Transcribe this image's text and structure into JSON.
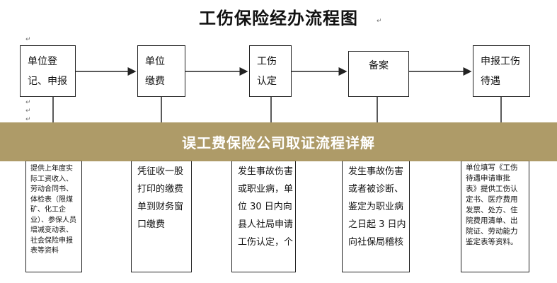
{
  "title": "工伤保险经办流程图",
  "steps": [
    {
      "line1": "单位登",
      "line2": "记、申报"
    },
    {
      "line1": "单位",
      "line2": "缴费"
    },
    {
      "line1": "工伤",
      "line2": "认定"
    },
    {
      "line1": "备案"
    },
    {
      "line1": "申报工伤",
      "line2": "待遇"
    }
  ],
  "details": [
    {
      "lines": [
        "提供上年度实",
        "际工资收入、",
        "劳动合同书、",
        "体检表（限煤",
        "矿、化工企",
        "业）、参保人员",
        "增减变动表、",
        "社会保险申报",
        "表等资料"
      ]
    },
    {
      "lines": [
        "凭征收一股",
        "打印的缴费",
        "单到财务窗",
        "口缴费"
      ]
    },
    {
      "lines": [
        "发生事故伤害",
        "或职业病，单",
        "位 30 日内向",
        "县人社局申请",
        "工伤认定，个"
      ]
    },
    {
      "lines": [
        "发生事故伤害",
        "或者被诊断、",
        "鉴定为职业病",
        "之日起 3 日内",
        "向社保局稽核"
      ]
    },
    {
      "lines": [
        "单位填写《工伤",
        "待遇申请审批",
        "表》提供工伤认",
        "定书、医疗费用",
        "发票、处方、住",
        "院费用清单、出",
        "院证、劳动能力",
        "鉴定表等资料。"
      ]
    }
  ],
  "overlay": {
    "text": "误工费保险公司取证流程详解",
    "color": "#a08a4e"
  }
}
